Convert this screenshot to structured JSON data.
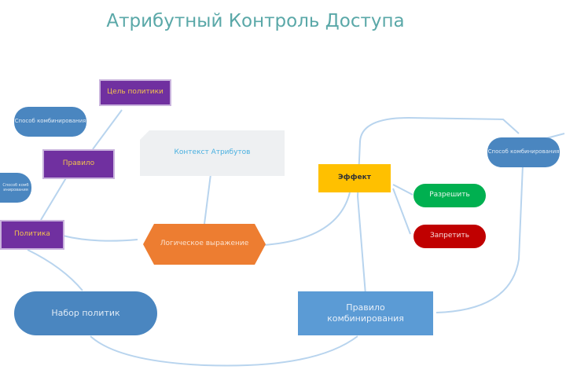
{
  "title": "Атрибутный Контроль Доступа",
  "nodes": {
    "target": "Цель политики",
    "combining_left_top": "Способ комбинирования",
    "rule": "Правило",
    "combining_left": "Способ комбинирования",
    "policy": "Политика",
    "context": "Контекст Атрибутов",
    "expression": "Логическое выражение",
    "effect": "Эффект",
    "permit": "Разрешить",
    "deny": "Запретить",
    "combining_right": "Способ комбинирования",
    "policy_set": "Набор политик",
    "combining_rule": "Правило комбинирования"
  },
  "colors": {
    "purple": "#7030a0",
    "orange": "#ed7d31",
    "yellow": "#ffc000",
    "green": "#00b050",
    "red": "#c00000",
    "blue": "#4a86c0"
  }
}
